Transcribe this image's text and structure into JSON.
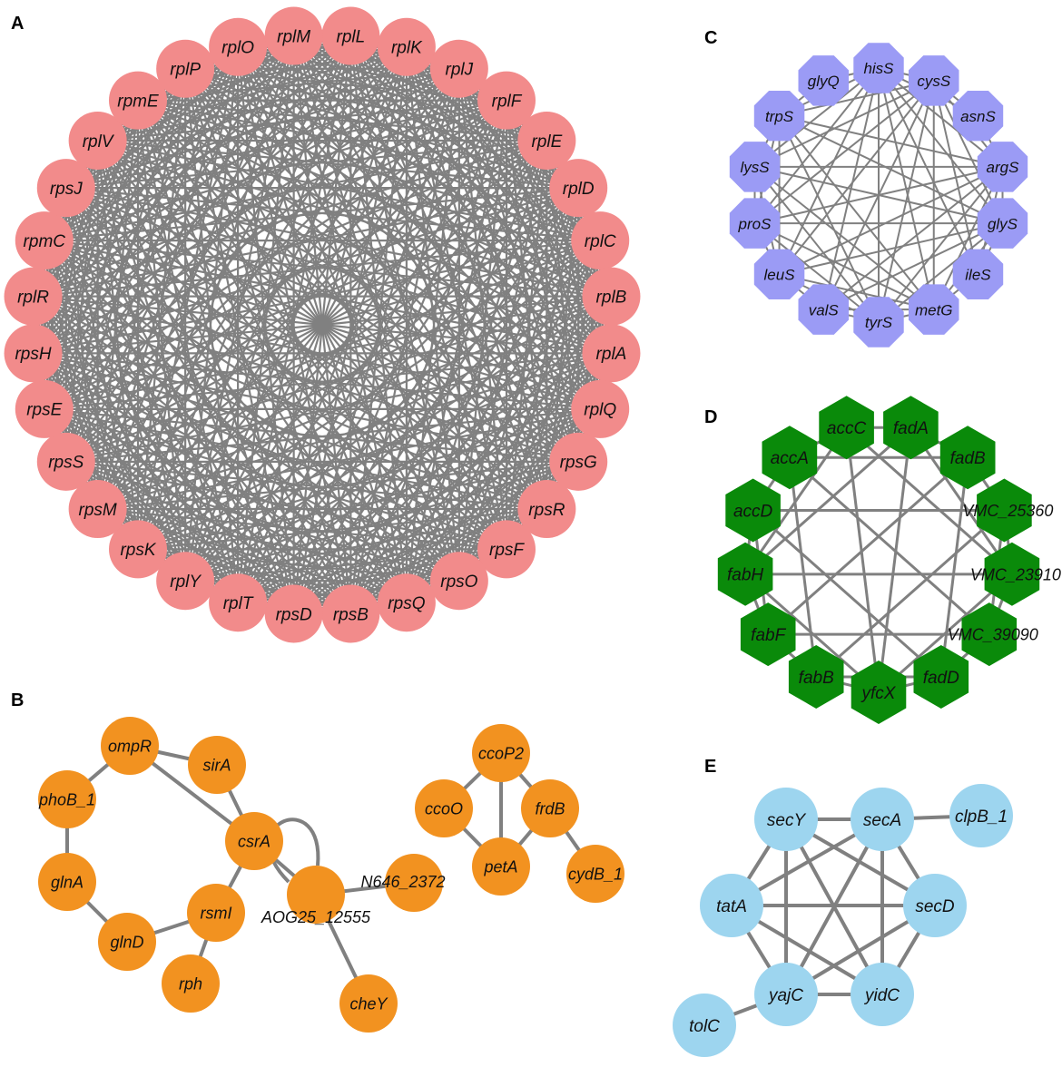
{
  "panels": {
    "A": {
      "letter": "A",
      "color": "#f28b8b",
      "edge_color": "#808080",
      "nodes": [
        "rplL",
        "rplK",
        "rplJ",
        "rplF",
        "rplE",
        "rplD",
        "rplC",
        "rplB",
        "rplA",
        "rplQ",
        "rpsG",
        "rpsR",
        "rpsF",
        "rpsO",
        "rpsQ",
        "rpsB",
        "rpsD",
        "rplT",
        "rplY",
        "rpsK",
        "rpsM",
        "rpsS",
        "rpsE",
        "rpsH",
        "rplR",
        "rpmC",
        "rpsJ",
        "rplV",
        "rpmE",
        "rplP",
        "rplO",
        "rplM"
      ],
      "connectivity": "complete graph"
    },
    "B": {
      "letter": "B",
      "color": "#f29220",
      "edge_color": "#808080",
      "nodes": [
        "ompR",
        "sirA",
        "phoB_1",
        "csrA",
        "glnA",
        "rsmI",
        "glnD",
        "rph",
        "AOG25_12555",
        "N646_2372",
        "cheY",
        "ccoP2",
        "ccoO",
        "frdB",
        "petA",
        "cydB_1"
      ],
      "edges": [
        [
          "ompR",
          "sirA"
        ],
        [
          "ompR",
          "phoB_1"
        ],
        [
          "ompR",
          "csrA"
        ],
        [
          "sirA",
          "csrA"
        ],
        [
          "phoB_1",
          "glnA"
        ],
        [
          "glnA",
          "glnD"
        ],
        [
          "glnD",
          "rsmI"
        ],
        [
          "rsmI",
          "rph"
        ],
        [
          "rsmI",
          "csrA"
        ],
        [
          "csrA",
          "AOG25_12555"
        ],
        [
          "AOG25_12555",
          "N646_2372"
        ],
        [
          "AOG25_12555",
          "cheY"
        ],
        [
          "AOG25_12555",
          "AOG25_12555"
        ],
        [
          "ccoP2",
          "ccoO"
        ],
        [
          "ccoP2",
          "petA"
        ],
        [
          "ccoP2",
          "frdB"
        ],
        [
          "ccoO",
          "petA"
        ],
        [
          "frdB",
          "petA"
        ],
        [
          "frdB",
          "cydB_1"
        ]
      ]
    },
    "C": {
      "letter": "C",
      "color": "#9b9bf5",
      "edge_color": "#808080",
      "nodes": [
        "glyQ",
        "hisS",
        "cysS",
        "asnS",
        "argS",
        "glyS",
        "ileS",
        "metG",
        "tyrS",
        "valS",
        "leuS",
        "proS",
        "lysS",
        "trpS"
      ],
      "connectivity": "dense"
    },
    "D": {
      "letter": "D",
      "color": "#0a8a0a",
      "edge_color": "#808080",
      "nodes": [
        "fadA",
        "fadB",
        "VMC_25360",
        "VMC_23910",
        "VMC_39090",
        "fadD",
        "yfcX",
        "fabB",
        "fabF",
        "fabH",
        "accD",
        "accA",
        "accC"
      ],
      "connectivity": "dense"
    },
    "E": {
      "letter": "E",
      "color": "#9dd5ef",
      "edge_color": "#808080",
      "nodes": [
        "secY",
        "secA",
        "clpB_1",
        "tatA",
        "secD",
        "yajC",
        "yidC",
        "tolC"
      ],
      "edges": [
        [
          "secY",
          "secA"
        ],
        [
          "secY",
          "tatA"
        ],
        [
          "secY",
          "secD"
        ],
        [
          "secY",
          "yajC"
        ],
        [
          "secY",
          "yidC"
        ],
        [
          "secA",
          "tatA"
        ],
        [
          "secA",
          "secD"
        ],
        [
          "secA",
          "yajC"
        ],
        [
          "secA",
          "yidC"
        ],
        [
          "secA",
          "clpB_1"
        ],
        [
          "tatA",
          "secD"
        ],
        [
          "tatA",
          "yajC"
        ],
        [
          "tatA",
          "yidC"
        ],
        [
          "secD",
          "yajC"
        ],
        [
          "secD",
          "yidC"
        ],
        [
          "yajC",
          "yidC"
        ],
        [
          "yajC",
          "tolC"
        ]
      ]
    }
  }
}
